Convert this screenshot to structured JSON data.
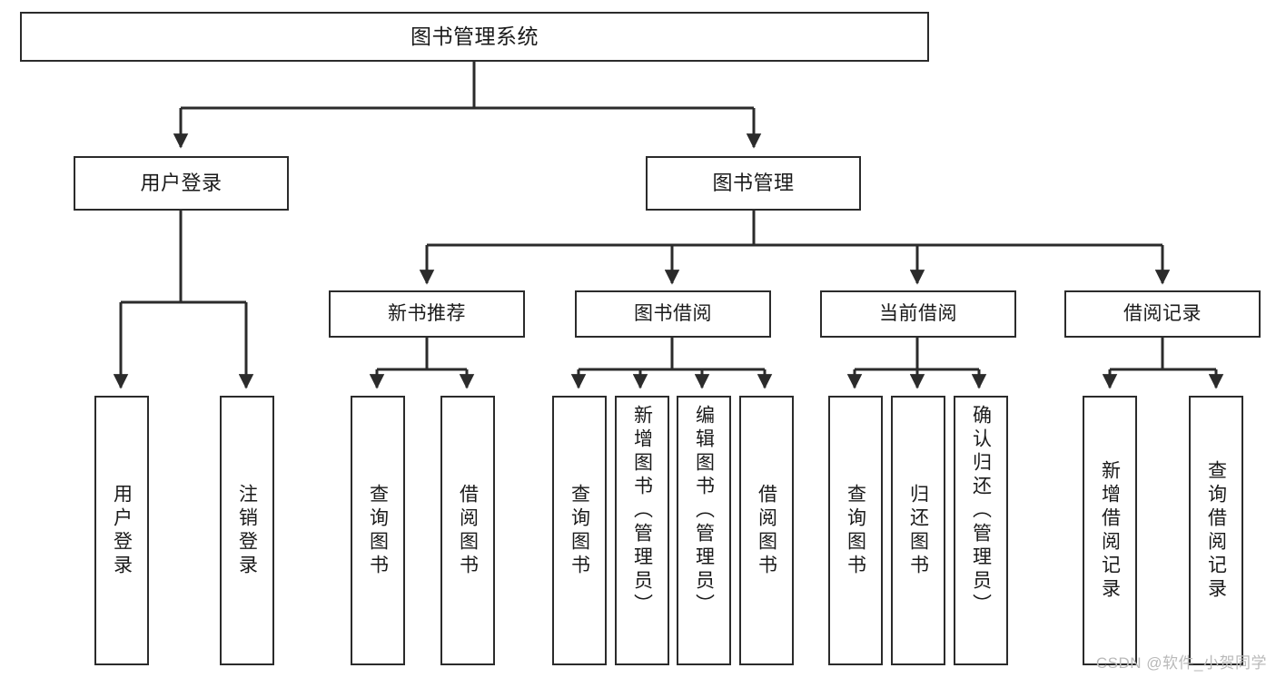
{
  "diagram": {
    "type": "hierarchy-tree",
    "title": "图书管理系统",
    "orientation": "top-down",
    "colors": {
      "box_border": "#2b2b2b",
      "box_fill": "#ffffff",
      "connector": "#2b2b2b",
      "text": "#1a1a1a",
      "watermark": "#b9b9b9"
    },
    "root": {
      "label": "图书管理系统"
    },
    "level2": [
      {
        "label": "用户登录"
      },
      {
        "label": "图书管理"
      }
    ],
    "level3": [
      {
        "label": "新书推荐"
      },
      {
        "label": "图书借阅"
      },
      {
        "label": "当前借阅"
      },
      {
        "label": "借阅记录"
      }
    ],
    "leaves": {
      "user_login": [
        {
          "label": "用户登录"
        },
        {
          "label": "注销登录"
        }
      ],
      "new_book": [
        {
          "label": "查询图书"
        },
        {
          "label": "借阅图书"
        }
      ],
      "borrow_book": [
        {
          "label": "查询图书"
        },
        {
          "label": "新增图书（管理员）"
        },
        {
          "label": "编辑图书（管理员）"
        },
        {
          "label": "借阅图书"
        }
      ],
      "current_borrow": [
        {
          "label": "查询图书"
        },
        {
          "label": "归还图书"
        },
        {
          "label": "确认归还（管理员）"
        }
      ],
      "borrow_record": [
        {
          "label": "新增借阅记录"
        },
        {
          "label": "查询借阅记录"
        }
      ]
    },
    "watermark": "CSDN @软件_小贺同学"
  }
}
